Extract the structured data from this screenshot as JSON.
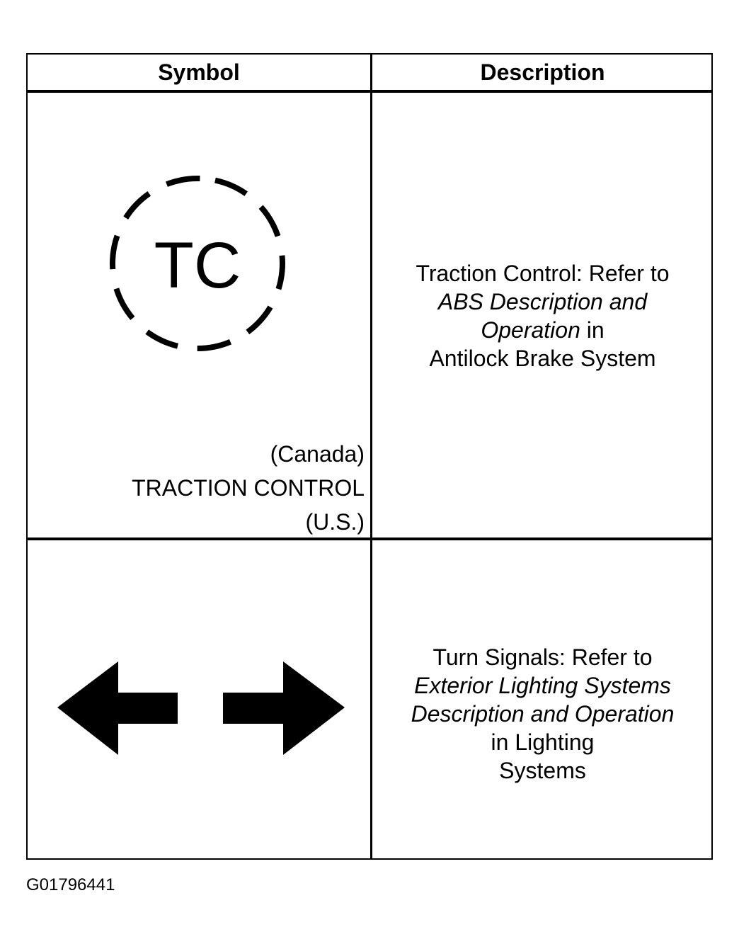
{
  "table": {
    "headers": {
      "symbol": "Symbol",
      "description": "Description"
    },
    "rows": [
      {
        "symbol_text": "TC",
        "symbol_labels": [
          "(Canada)",
          "TRACTION CONTROL",
          "(U.S.)"
        ],
        "description": {
          "line1": "Traction Control: Refer to",
          "line2_italic": "ABS Description and",
          "line3_italic": "Operation",
          "line3_rest": " in",
          "line4": "Antilock Brake System"
        },
        "icon": "traction-control-icon"
      },
      {
        "symbol_text": "",
        "description": {
          "line1": "Turn Signals: Refer to",
          "line2_italic": "Exterior Lighting Systems",
          "line3_italic": "Description and Operation",
          "line4": "in Lighting",
          "line5": "Systems"
        },
        "icon": "turn-signal-arrows-icon"
      }
    ]
  },
  "figure_id": "G01796441"
}
